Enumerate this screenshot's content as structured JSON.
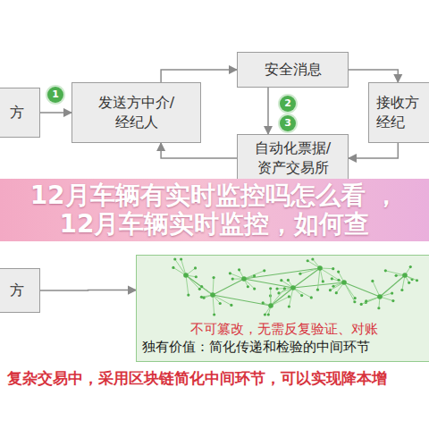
{
  "diagram": {
    "nodes": [
      {
        "text": [
          "方"
        ]
      },
      {
        "text": [
          "发送方中介/ 经纪人"
        ]
      },
      {
        "text": [
          "安全消息"
        ]
      },
      {
        "text": [
          "接收方 经纪"
        ]
      },
      {
        "text": [
          "自动化票据/ 资产交易所"
        ]
      },
      {
        "text": [
          "12月车辆有实时监控吗怎么看 ，12月车辆实时监控，如何查"
        ]
      },
      {
        "text": [
          "方"
        ]
      },
      {
        "text": [
          "不可篡改，无需反复验证、对账",
          "独有价值：简化传递和检验的中间环节"
        ]
      }
    ],
    "edges": [
      {
        "from": 0,
        "to": 1,
        "arrow": "to"
      },
      {
        "from": 1,
        "to": 2,
        "arrow": "to"
      },
      {
        "from": 2,
        "to": 3,
        "arrow": "to"
      },
      {
        "from": 2,
        "to": 4,
        "arrow": "to"
      },
      {
        "from": 3,
        "to": 4,
        "arrow": "to"
      },
      {
        "from": 4,
        "to": 1,
        "arrow": "to"
      },
      {
        "from": 6,
        "to": 7,
        "arrow": "to"
      }
    ],
    "labels": [
      "1",
      "2",
      "3",
      "复杂交易中，采用区块链简化中间环节，可以实现降本增"
    ]
  }
}
